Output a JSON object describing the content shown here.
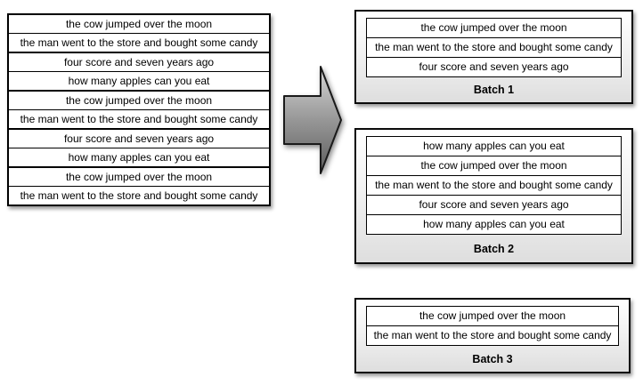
{
  "page": {
    "background_color": "#ffffff"
  },
  "source_list": {
    "items": [
      "the cow jumped over the moon",
      "the man went to the store and bought some candy",
      "four score and seven years ago",
      "how many apples can you eat",
      "the cow jumped over the moon",
      "the man went to the store and bought some candy",
      "four score and seven years ago",
      "how many apples can you eat",
      "the cow jumped over the moon",
      "the man went to the store and bought some candy"
    ]
  },
  "arrow": {
    "icon": "right-block-arrow",
    "direction": "right",
    "fill_top": "#d6d6d6",
    "fill_mid": "#979797",
    "fill_bottom": "#5c5c5c",
    "outline": "#1a1a1a"
  },
  "batches": [
    {
      "label": "Batch 1",
      "items": [
        "the cow jumped over the moon",
        "the man went to the store and bought some candy",
        "four score and seven years ago"
      ]
    },
    {
      "label": "Batch 2",
      "items": [
        "how many apples can you eat",
        "the cow jumped over the moon",
        "the man went to the store and bought some candy",
        "four score and seven years ago",
        "how many apples can you eat"
      ]
    },
    {
      "label": "Batch 3",
      "items": [
        "the cow jumped over the moon",
        "the man went to the store and bought some candy"
      ]
    }
  ],
  "colors": {
    "row_background": "#ffffff",
    "row_border": "#000000",
    "batch_box_gradient_top": "#ffffff",
    "batch_box_gradient_bottom": "#dedede",
    "batch_box_border": "#0a0a0a",
    "shadow": "rgba(0,0,0,0.4)",
    "text": "#000000"
  }
}
